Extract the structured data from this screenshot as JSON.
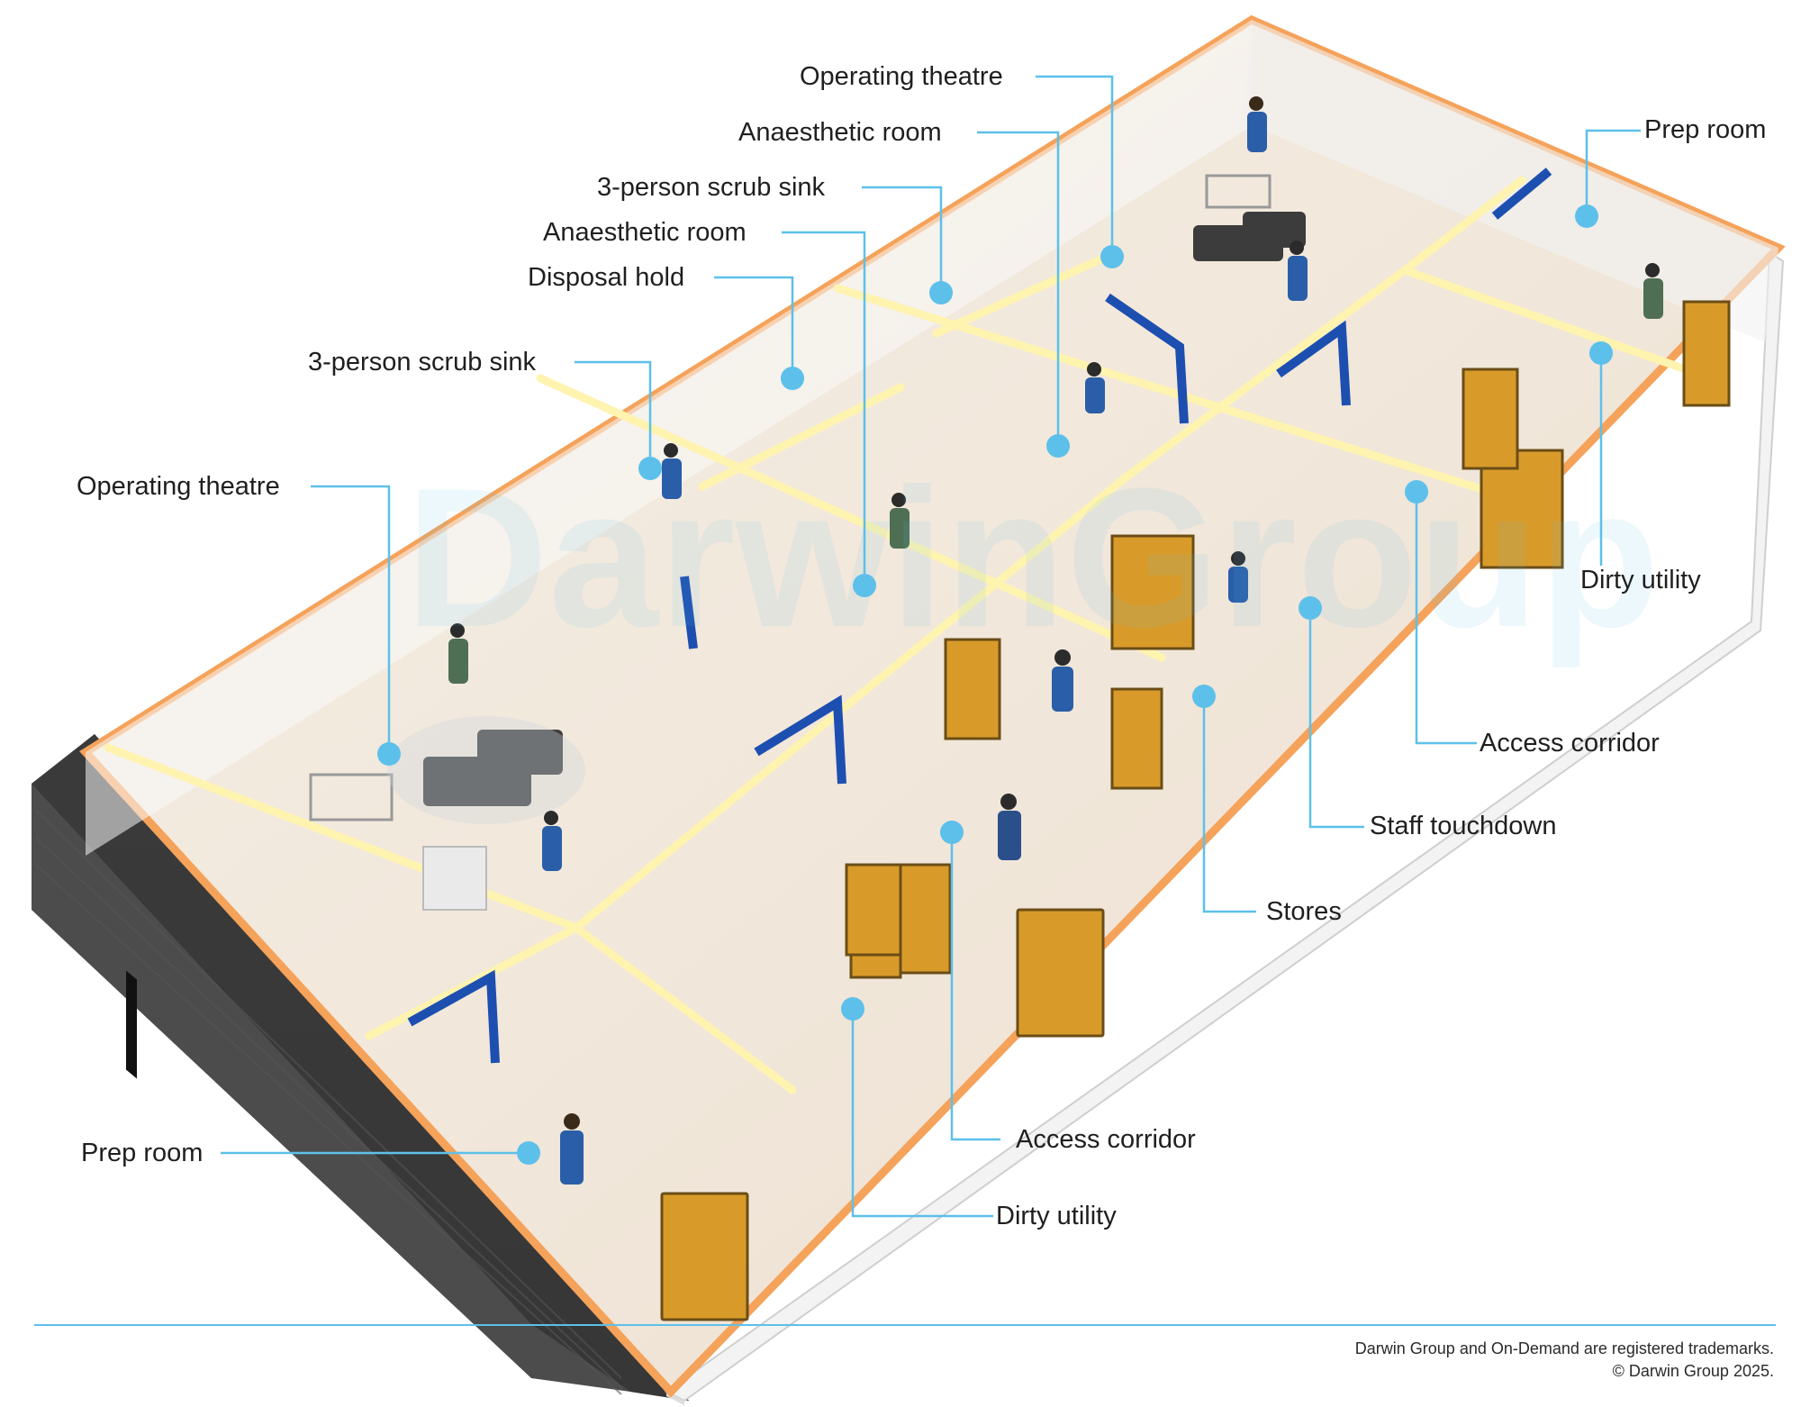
{
  "watermark": "DarwinGroup",
  "colors": {
    "accent": "#5dc0ea",
    "door": "#d89b2a",
    "frame_blue": "#1d4fb0",
    "trim_orange": "#f5a25a",
    "floor": "#f1e7da",
    "exterior": "#3a3a3a"
  },
  "labels": {
    "operating_theatre_top": "Operating theatre",
    "anaesthetic_room_top": "Anaesthetic room",
    "scrub_sink_top": "3-person scrub sink",
    "anaesthetic_room_mid": "Anaesthetic room",
    "disposal_hold": "Disposal hold",
    "scrub_sink_left": "3-person scrub sink",
    "operating_theatre_left": "Operating theatre",
    "prep_room_right": "Prep room",
    "dirty_utility_right": "Dirty utility",
    "access_corridor_right": "Access corridor",
    "staff_touchdown": "Staff touchdown",
    "stores": "Stores",
    "access_corridor_bottom": "Access corridor",
    "dirty_utility_bottom": "Dirty utility",
    "prep_room_left": "Prep room"
  },
  "footer": {
    "trademarks": "Darwin Group and On-Demand are registered trademarks.",
    "copyright": "© Darwin Group 2025."
  }
}
